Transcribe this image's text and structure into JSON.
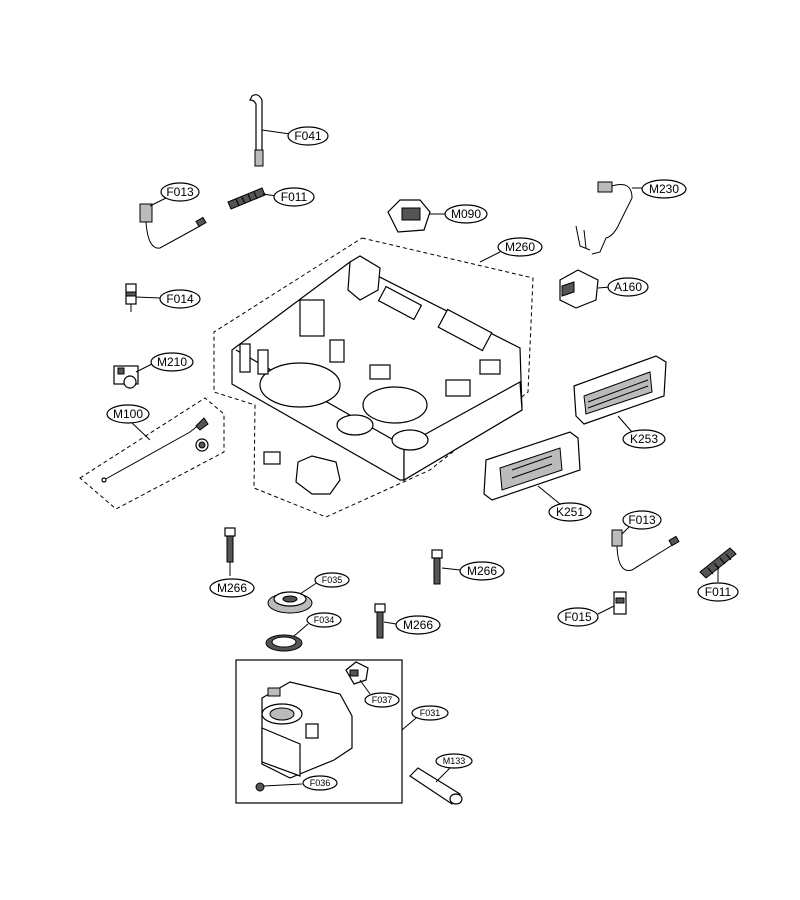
{
  "labels": {
    "F041": "F041",
    "F013_a": "F013",
    "F011_a": "F011",
    "M090": "M090",
    "M230": "M230",
    "M260": "M260",
    "F014": "F014",
    "A160": "A160",
    "M210": "M210",
    "M100": "M100",
    "K253": "K253",
    "K251": "K251",
    "F013_b": "F013",
    "M266_a": "M266",
    "F035": "F035",
    "M266_b": "M266",
    "F011_b": "F011",
    "F034": "F034",
    "M266_c": "M266",
    "F015": "F015",
    "F037": "F037",
    "F031": "F031",
    "M133": "M133",
    "F036": "F036"
  }
}
